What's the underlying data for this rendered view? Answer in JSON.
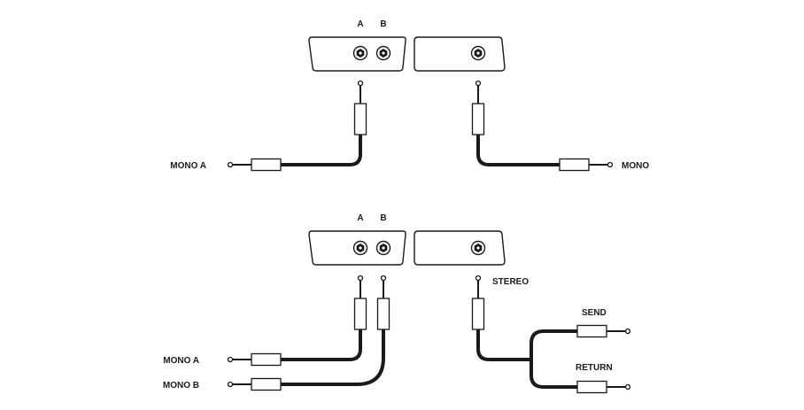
{
  "top_diagram": {
    "jack_label_a": "A",
    "jack_label_b": "B",
    "left_cable_label": "MONO A",
    "right_cable_label": "MONO"
  },
  "bottom_diagram": {
    "jack_label_a": "A",
    "jack_label_b": "B",
    "stereo_label": "STEREO",
    "send_label": "SEND",
    "return_label": "RETURN",
    "mono_a_label": "MONO A",
    "mono_b_label": "MONO B"
  },
  "colors": {
    "line": "#1a1a1a",
    "background": "#ffffff"
  }
}
